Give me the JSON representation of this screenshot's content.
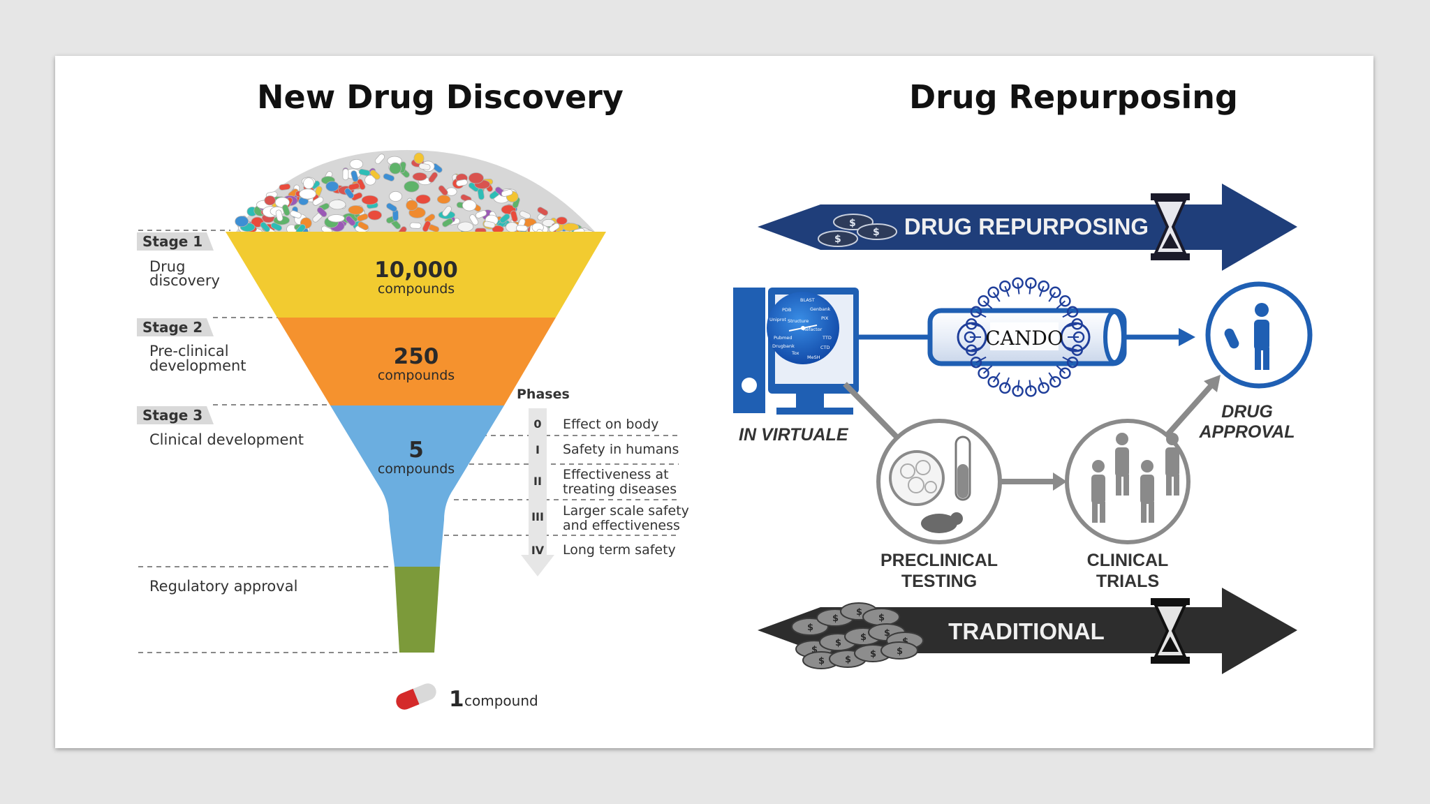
{
  "titles": {
    "left": "New Drug Discovery",
    "right": "Drug Repurposing"
  },
  "funnel": {
    "stages": [
      {
        "label": "Stage 1",
        "desc": [
          "Drug",
          "discovery"
        ],
        "number": "10,000",
        "unit": "compounds",
        "color": "#f2cb30"
      },
      {
        "label": "Stage 2",
        "desc": [
          "Pre-clinical",
          "development"
        ],
        "number": "250",
        "unit": "compounds",
        "color": "#f5922e"
      },
      {
        "label": "Stage 3",
        "desc": [
          "Clinical development"
        ],
        "number": "5",
        "unit": "compounds",
        "color": "#6baee0"
      }
    ],
    "regulatory": "Regulatory approval",
    "regulatory_color": "#7c9a3a",
    "result_number": "1",
    "result_unit": "compound",
    "phases_title": "Phases",
    "phases": [
      {
        "num": "0",
        "text": [
          "Effect on body"
        ]
      },
      {
        "num": "I",
        "text": [
          "Safety in humans"
        ]
      },
      {
        "num": "II",
        "text": [
          "Effectiveness at",
          "treating diseases"
        ]
      },
      {
        "num": "III",
        "text": [
          "Larger scale safety",
          "and effectiveness"
        ]
      },
      {
        "num": "IV",
        "text": [
          "Long term safety"
        ]
      }
    ]
  },
  "repurposing": {
    "top_arrow": "DRUG REPURPOSING",
    "top_arrow_color": "#1f3e7a",
    "bottom_arrow": "TRADITIONAL",
    "bottom_arrow_color": "#2d2d2d",
    "in_virtuale": "IN VIRTUALE",
    "cando": "CANDO",
    "computer_labels": [
      "BLAST",
      "PDB",
      "Genbank",
      "Uniprot",
      "PIX",
      "Structure",
      "Refactor",
      "Pubmed",
      "TTD",
      "Drugbank",
      "CTD",
      "Tox",
      "MeSH"
    ],
    "drug_approval": [
      "DRUG",
      "APPROVAL"
    ],
    "preclinical": [
      "PRECLINICAL",
      "TESTING"
    ],
    "clinical": [
      "CLINICAL",
      "TRIALS"
    ],
    "accent_blue": "#1f5fb3"
  }
}
